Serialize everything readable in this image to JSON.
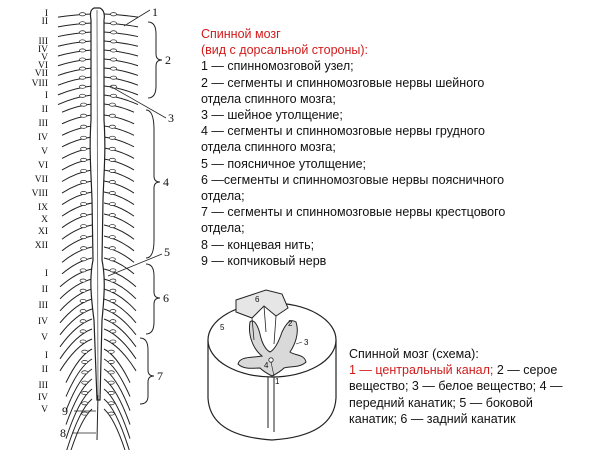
{
  "caption_main": {
    "title_line1": "Спинной мозг",
    "title_line2": "(вид с дорсальной стороны):",
    "lines": [
      "1 — спинномозговой узел;",
      "2 — сегменты и спинномозговые нервы шейного",
      "отдела спинного мозга;",
      "3 — шейное утолщение;",
      " 4 — сегменты и спинномозговые нервы грудного",
      "отдела спинного мозга;",
      " 5 — поясничное утолщение;",
      "6 —сегменты и спинномозговые нервы поясничного",
      "отдела;",
      "7 — сегменты и спинномозговые нервы крестцового",
      "отдела;",
      "8 — концевая нить;",
      "9 — копчиковый нерв"
    ]
  },
  "caption_section": {
    "title": "Спинной мозг (схема):",
    "highlight": "1 — центральный канал;",
    "rest_line1": " 2 — серое",
    "lines": [
      "вещество; 3 — белое вещество; 4 —",
      "передний канатик; 5 — боковой",
      "канатик; 6 — задний канатик"
    ]
  },
  "spine_figure": {
    "left_numerals": [
      "I",
      "II",
      "III",
      "IV",
      "V",
      "VI",
      "VII",
      "VIII",
      "I",
      "II",
      "III",
      "IV",
      "V",
      "VI",
      "VII",
      "VIII",
      "IX",
      "X",
      "XI",
      "XII",
      "I",
      "II",
      "III",
      "IV",
      "V",
      "I",
      "II",
      "III",
      "IV",
      "V"
    ],
    "right_labels": [
      "1",
      "2",
      "3",
      "4",
      "5",
      "6",
      "7"
    ],
    "bottom_labels": [
      "9",
      "8"
    ]
  },
  "section_figure": {
    "labels": [
      "6",
      "5",
      "4",
      "3",
      "2",
      "1"
    ]
  },
  "colors": {
    "highlight": "#d11b1b",
    "text": "#111111",
    "line": "#222222"
  }
}
